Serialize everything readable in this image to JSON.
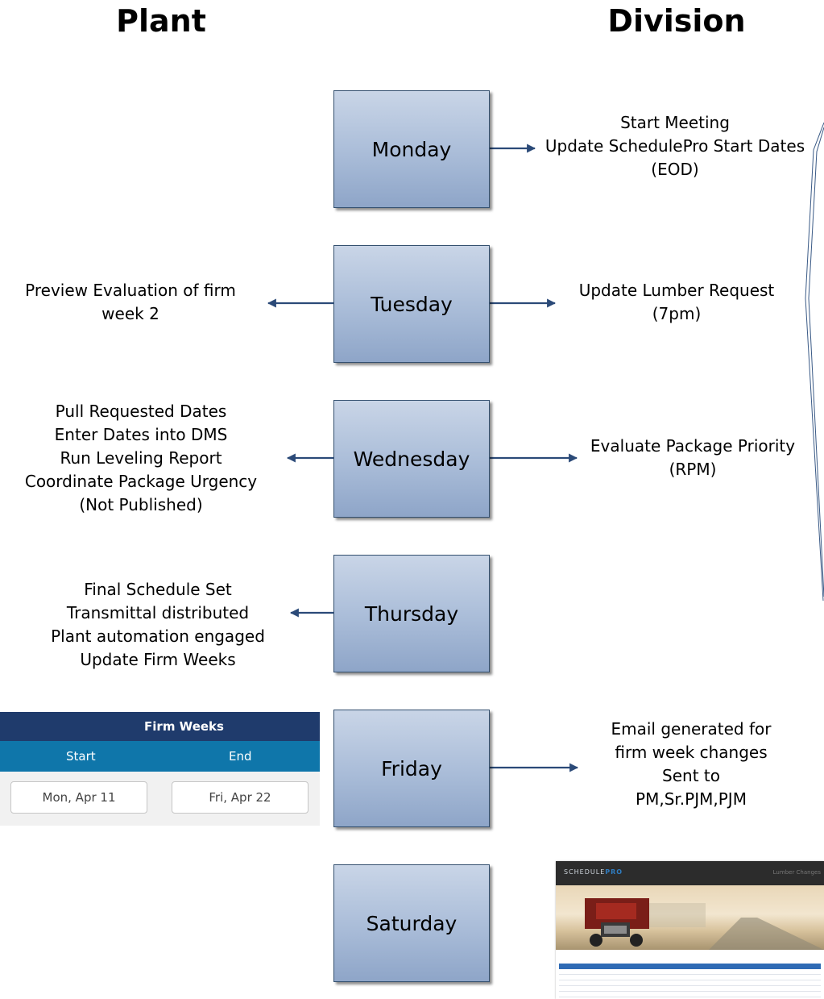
{
  "headers": {
    "plant": "Plant",
    "division": "Division"
  },
  "days": [
    "Monday",
    "Tuesday",
    "Wednesday",
    "Thursday",
    "Friday",
    "Saturday"
  ],
  "division_notes": {
    "monday": [
      "Start Meeting",
      "Update SchedulePro Start Dates",
      "(EOD)"
    ],
    "tuesday": [
      "Update Lumber Request",
      "(7pm)"
    ],
    "wednesday": [
      "Evaluate Package Priority",
      "(RPM)"
    ],
    "friday": [
      "Email generated for",
      "firm week changes",
      "Sent to",
      "PM,Sr.PJM,PJM"
    ]
  },
  "plant_notes": {
    "tuesday": [
      "Preview Evaluation of firm",
      "week 2"
    ],
    "wednesday": [
      "Pull Requested Dates",
      "Enter Dates into DMS",
      "Run Leveling Report",
      "Coordinate Package Urgency",
      "(Not Published)"
    ],
    "thursday": [
      "Final Schedule Set",
      "Transmittal distributed",
      "Plant automation engaged",
      "Update Firm Weeks"
    ]
  },
  "firm_weeks": {
    "title": "Firm Weeks",
    "start_label": "Start",
    "end_label": "End",
    "start_date": "Mon, Apr 11",
    "end_date": "Fri, Apr 22"
  },
  "email_preview": {
    "logo_a": "SCHEDULE",
    "logo_b": "PRO",
    "tag": "Lumber Changes"
  },
  "colors": {
    "box_fill": "#a9bcd8",
    "box_border": "#34506f",
    "arrow": "#2b4a78",
    "firm_title_bg": "#1f3b6c",
    "firm_cols_bg": "#0f76aa"
  }
}
